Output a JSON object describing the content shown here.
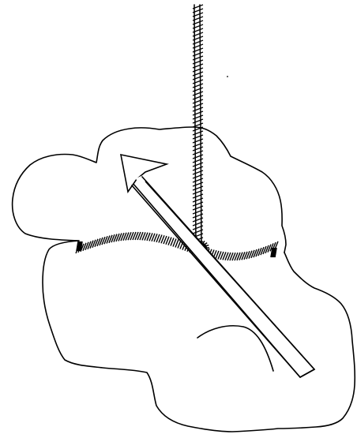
{
  "diagram": {
    "elements": [
      "lower-mass-outline",
      "upper-lobe-outline",
      "curved-fold-line",
      "vertical-line",
      "horizontal-boundary",
      "central-point",
      "diagonal-arrow"
    ],
    "colors": {
      "ink": "#000000",
      "background": "#ffffff"
    }
  }
}
